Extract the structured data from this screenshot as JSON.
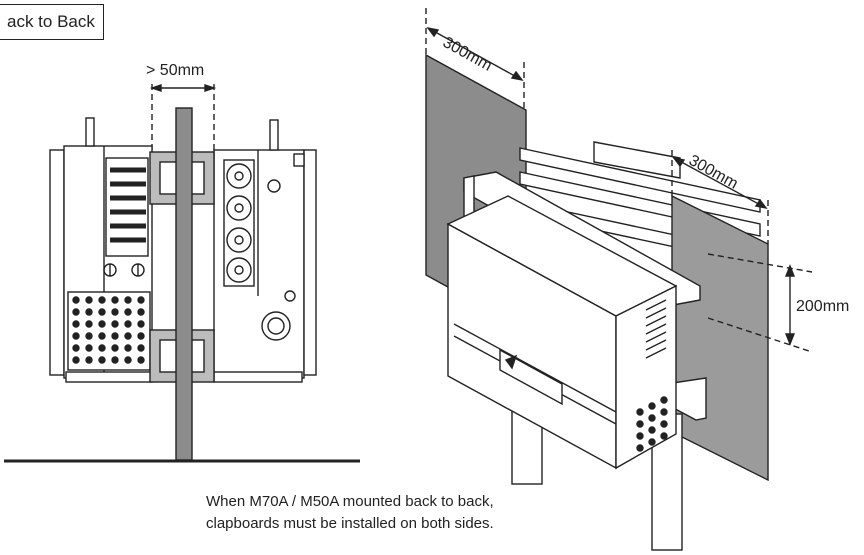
{
  "diagram": {
    "title": "ack to Back",
    "gap_label": "> 50mm",
    "side_clearance_label": "300mm",
    "rear_clearance_label": "300mm",
    "vertical_spacing_label": "200mm",
    "caption_line1": "When M70A / M50A mounted back to back,",
    "caption_line2": "clapboards must be installed on both sides."
  },
  "colors": {
    "line": "#222222",
    "clapboard": "#8c8c8c",
    "clapboard_light": "#9b9b9b",
    "panel_fill": "#bcbcbc",
    "background": "#ffffff"
  }
}
